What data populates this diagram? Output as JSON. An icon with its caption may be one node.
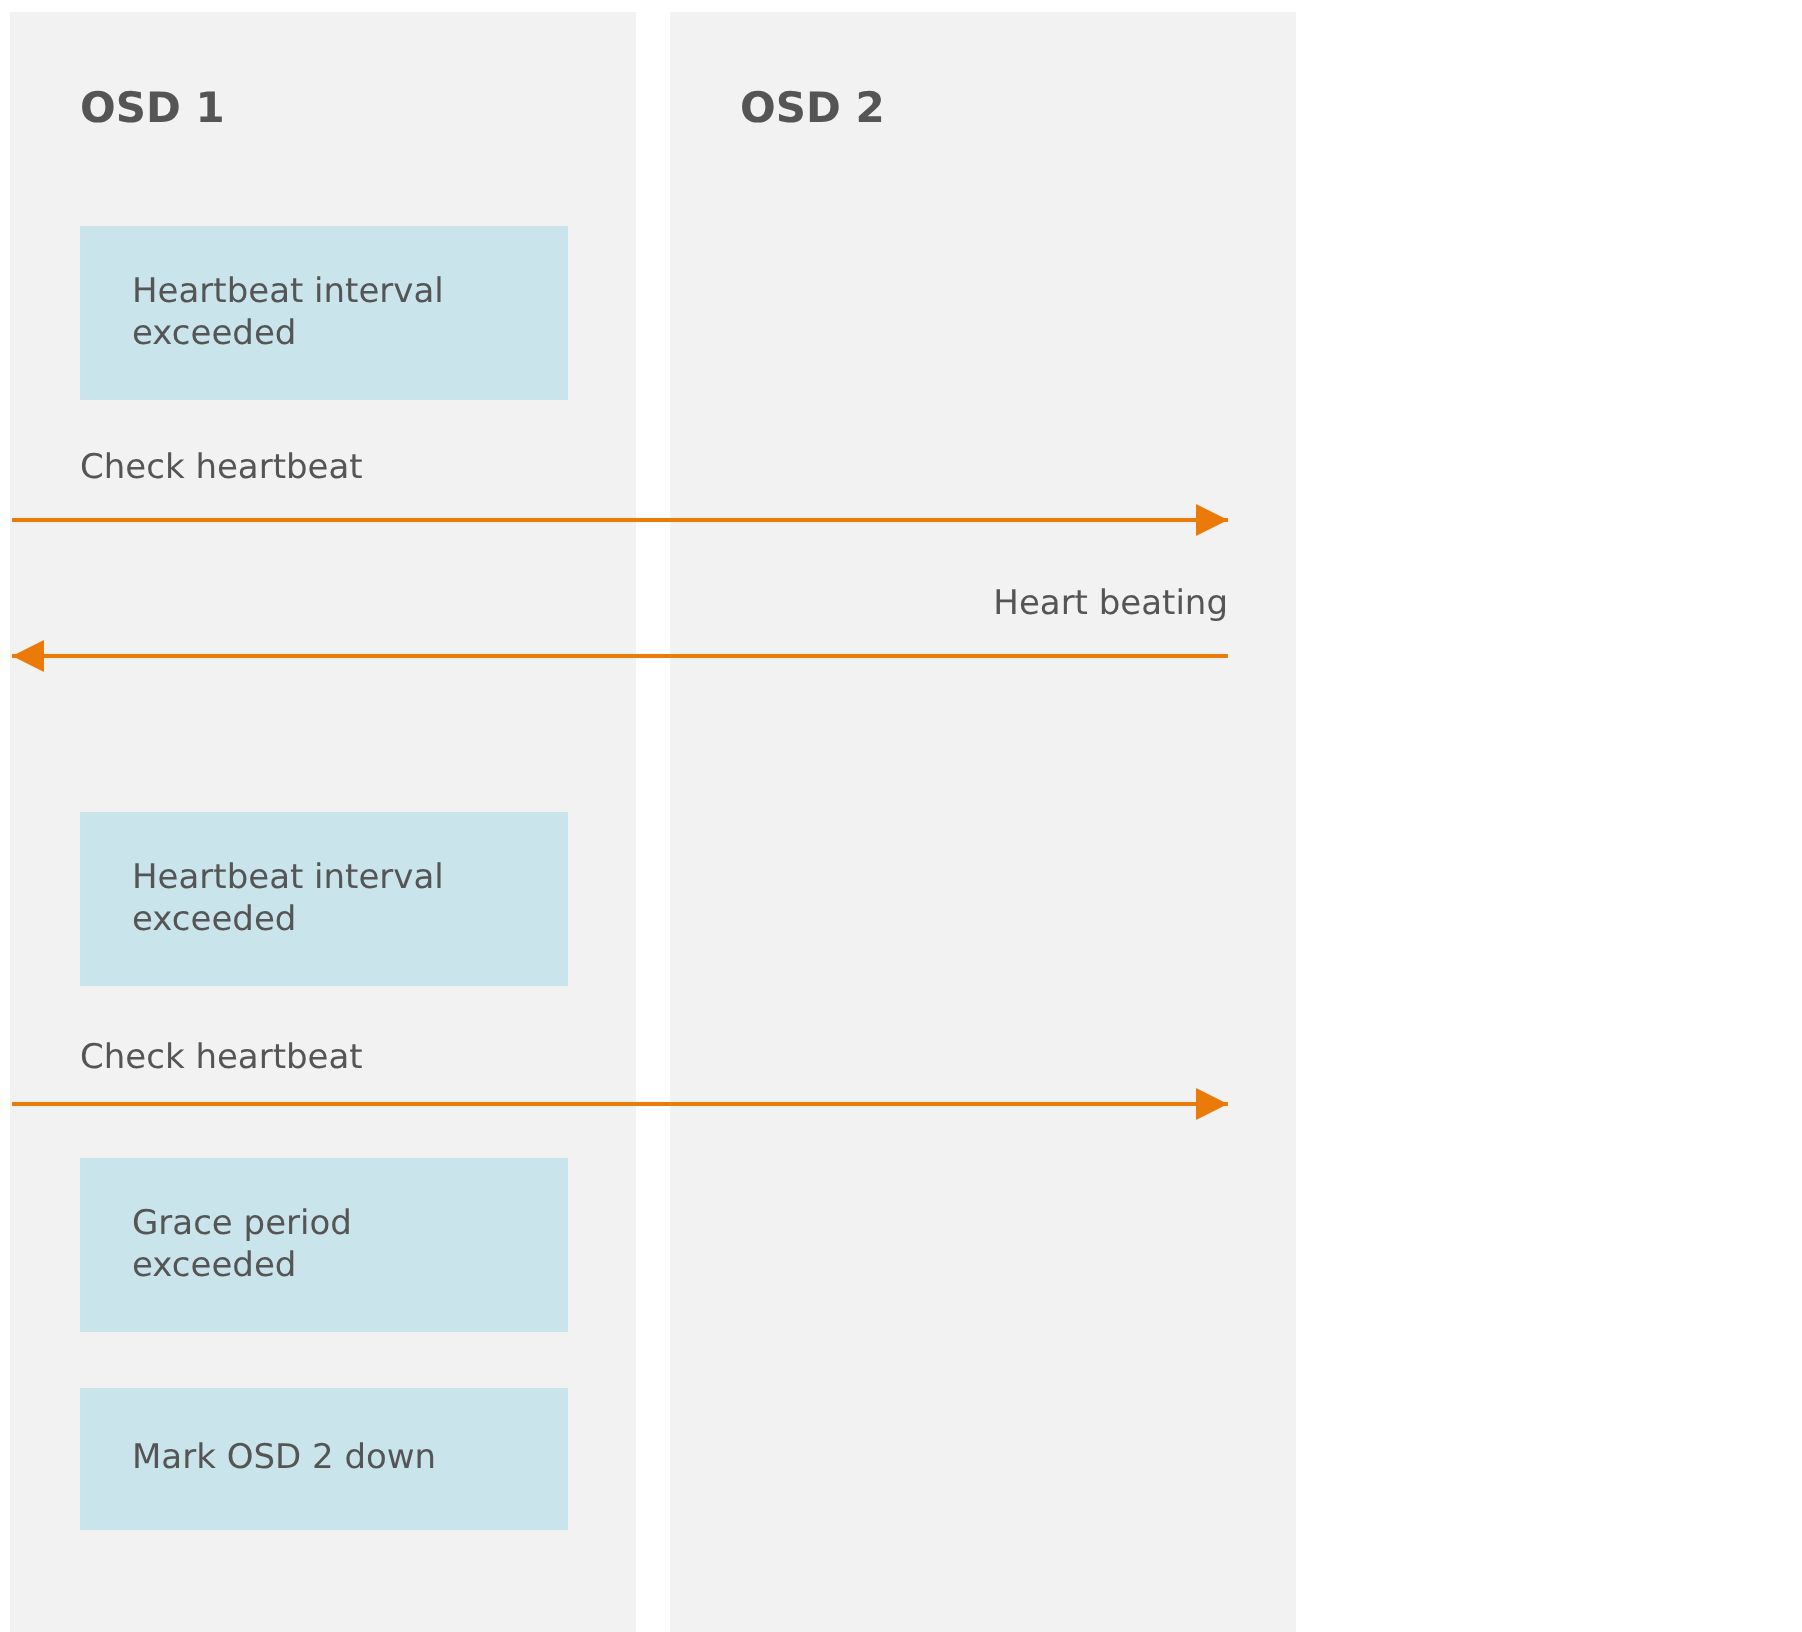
{
  "diagram": {
    "nodes": [
      {
        "text": [
          "OSD 1"
        ]
      },
      {
        "text": [
          "OSD 2"
        ]
      },
      {
        "text": [
          "Heartbeat interval exceeded"
        ],
        "in": 0
      },
      {
        "text": [
          "Heartbeat interval exceeded"
        ],
        "in": 0
      },
      {
        "text": [
          "Grace period exceeded"
        ],
        "in": 0
      },
      {
        "text": [
          "Mark OSD 2 down"
        ],
        "in": 0
      }
    ],
    "edges": [
      {
        "from": 0,
        "to": 1,
        "arrow": "to",
        "label": "Check heartbeat"
      },
      {
        "from": 1,
        "to": 0,
        "arrow": "to",
        "label": "Heart beating"
      },
      {
        "from": 0,
        "to": 1,
        "arrow": "to",
        "label": "Check heartbeat"
      }
    ]
  }
}
